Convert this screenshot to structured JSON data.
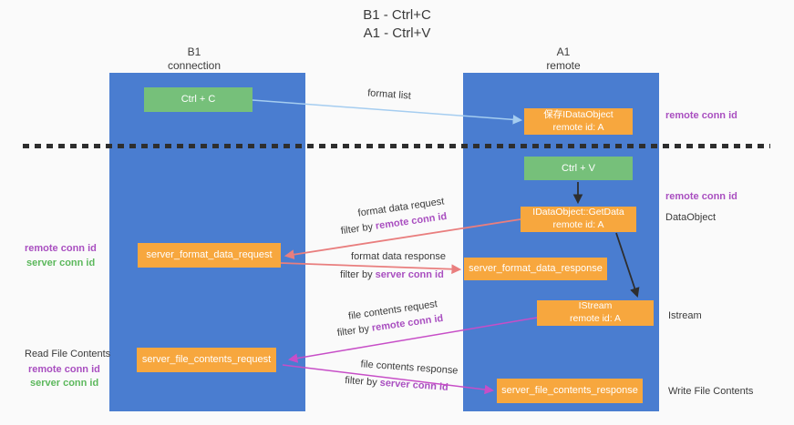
{
  "title": {
    "line1": "B1 - Ctrl+C",
    "line2": "A1 - Ctrl+V"
  },
  "colors": {
    "bg": "#fafafa",
    "lane_blue": "#4a7dd0",
    "green_box": "#76c07a",
    "orange_box": "#f7a73e",
    "purple_text": "#a94fc0",
    "green_text": "#5cb85c",
    "blue_arrow": "#a5cdf0",
    "red_arrow": "#e97e7e",
    "magenta_arrow": "#c74ec7"
  },
  "lanes": {
    "b1": {
      "name": "B1",
      "subtitle": "connection"
    },
    "a1": {
      "name": "A1",
      "subtitle": "remote"
    }
  },
  "nodes": {
    "ctrl_c": "Ctrl + C",
    "ctrl_v": "Ctrl + V",
    "save_dataobject_line1": "保存IDataObject",
    "save_dataobject_line2": "remote id: A",
    "getdata_line1": "IDataObject::GetData",
    "getdata_line2": "remote id: A",
    "istream_line1": "IStream",
    "istream_line2": "remote id: A",
    "format_request": "server_format_data_request",
    "format_response": "server_format_data_response",
    "file_request": "server_file_contents_request",
    "file_response": "server_file_contents_response"
  },
  "flow_labels": {
    "format_list": "format list",
    "format_data_request": "format data request",
    "format_data_response": "format data response",
    "file_contents_request": "file contents request",
    "file_contents_response": "file contents response",
    "filter_by": "filter by",
    "remote_conn_id": "remote conn id",
    "server_conn_id": "server conn id"
  },
  "side_labels": {
    "remote_conn_id": "remote conn id",
    "server_conn_id": "server conn id",
    "dataobject": "DataObject",
    "istream": "Istream",
    "read_file_contents": "Read File Contents",
    "write_file_contents": "Write File Contents"
  }
}
